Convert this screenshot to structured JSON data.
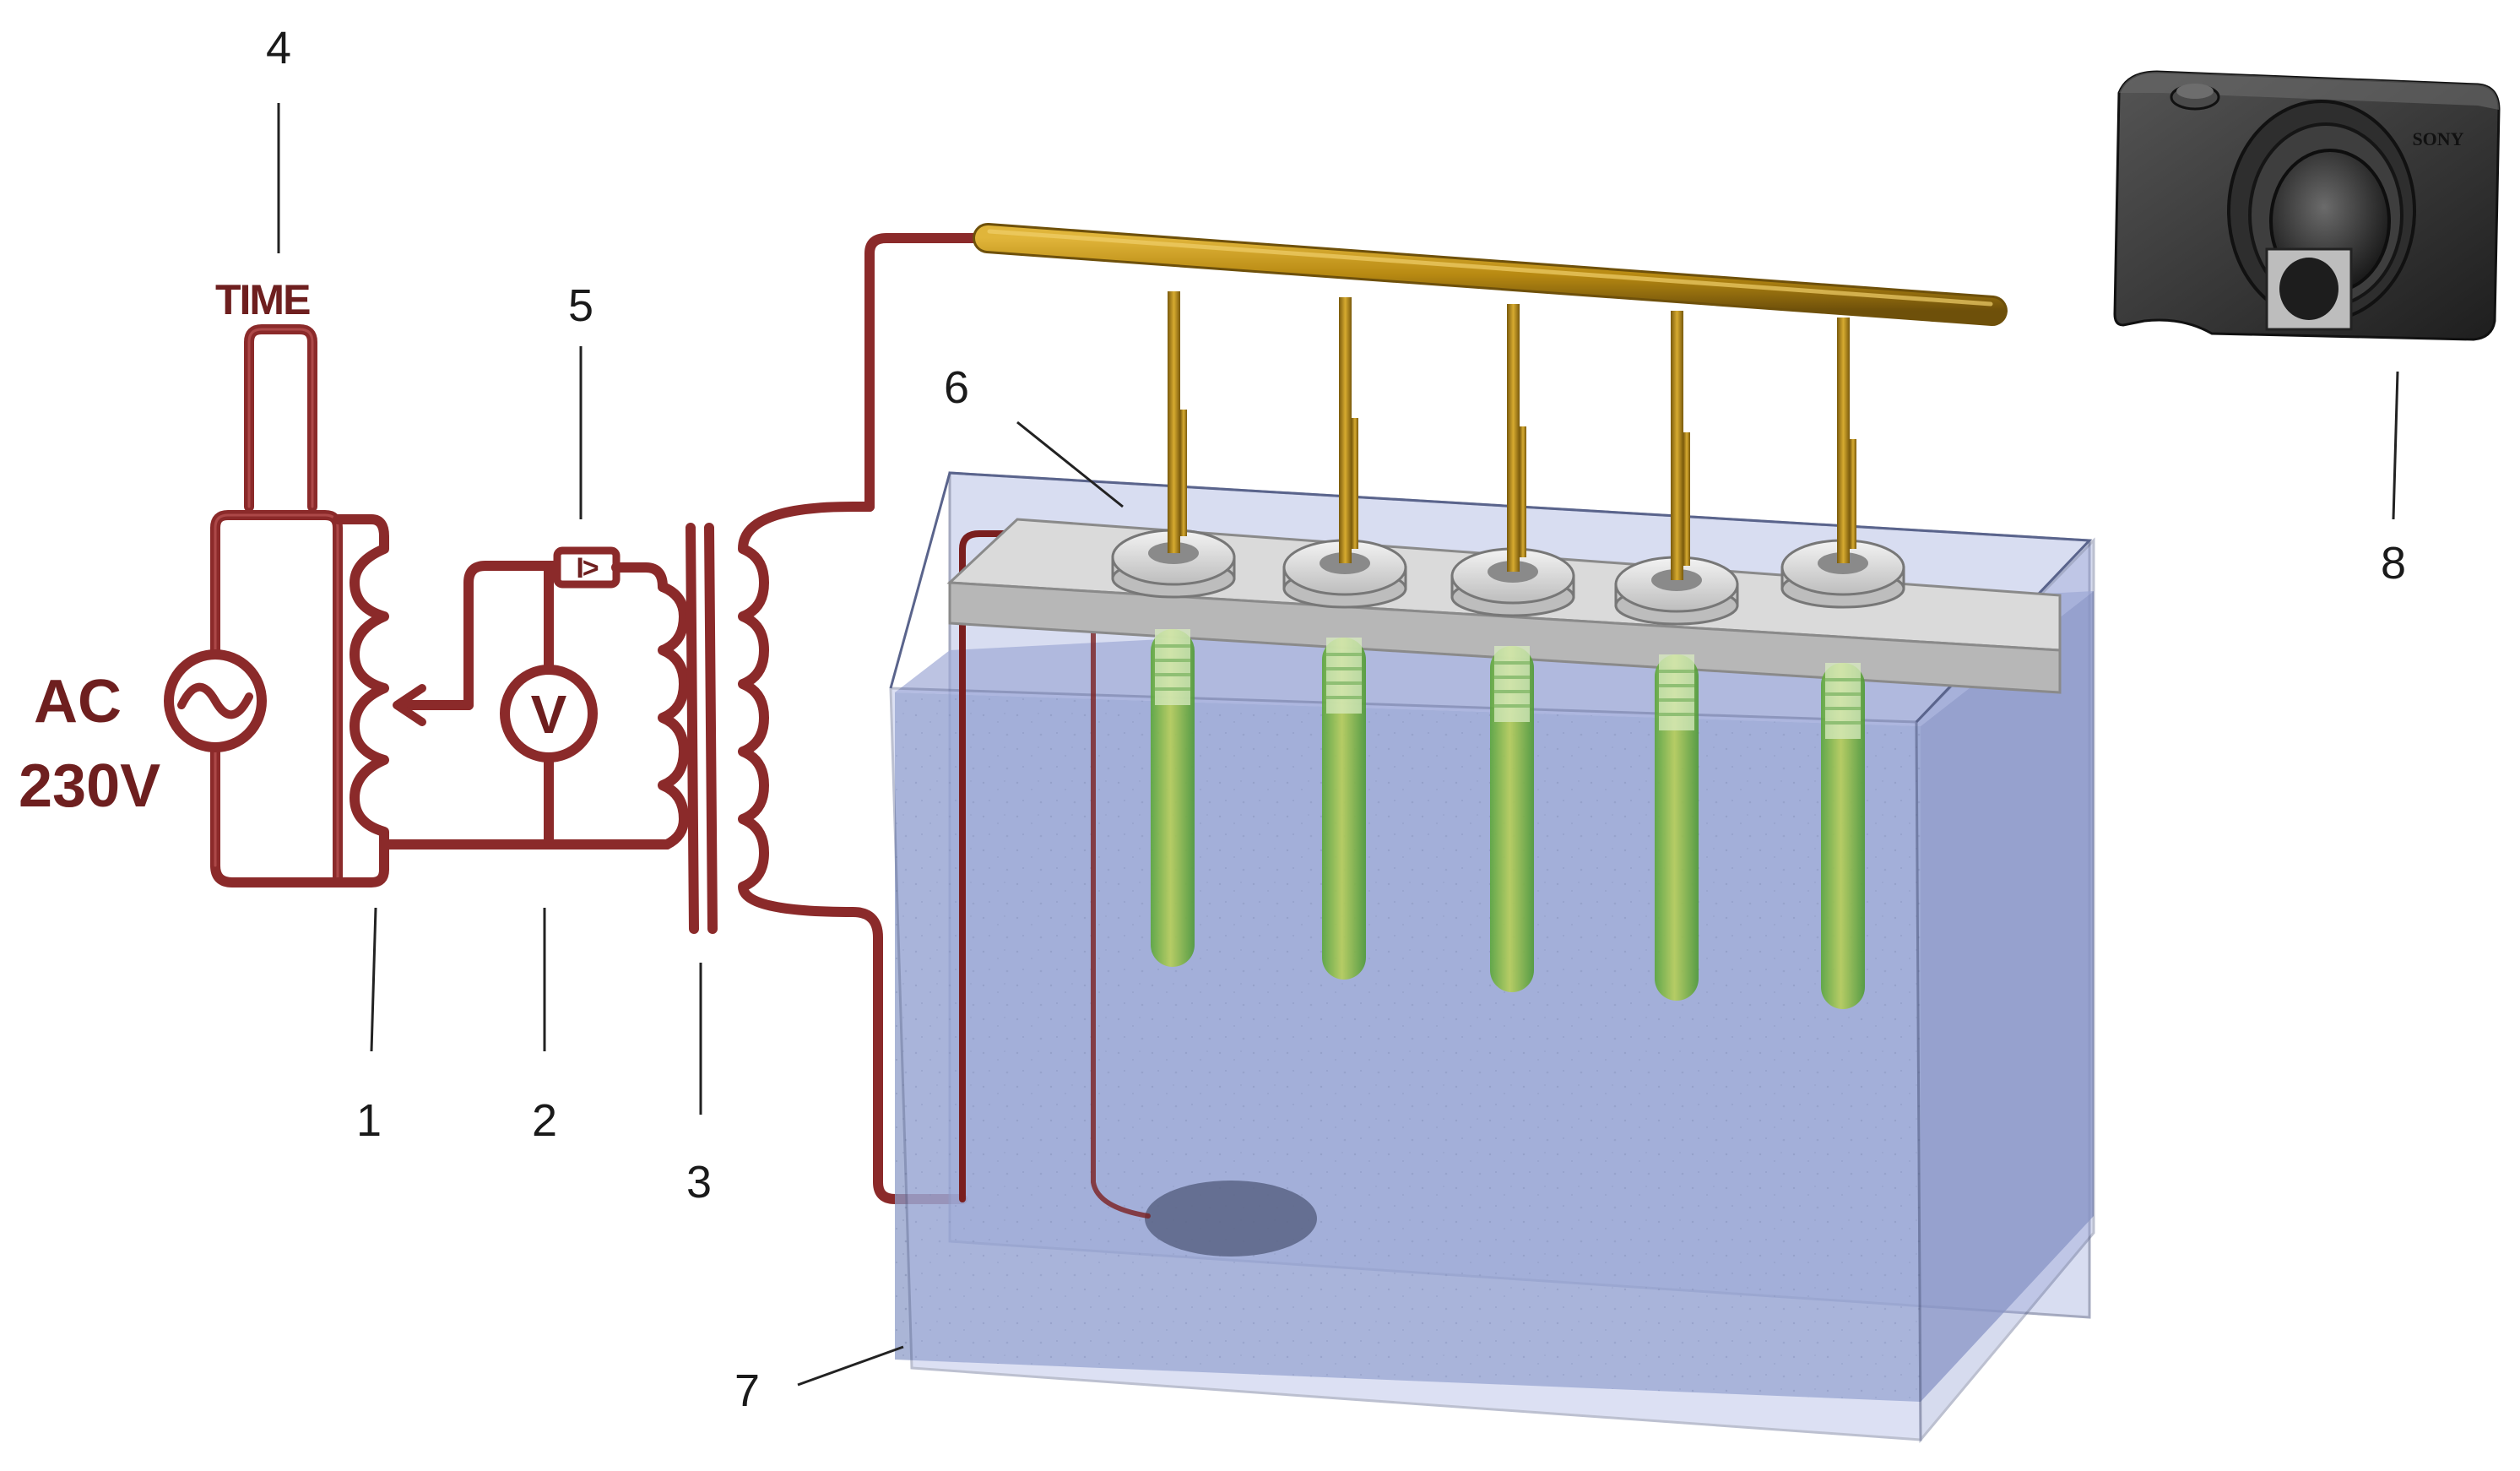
{
  "source": {
    "label_line1": "AC",
    "label_line2": "230V"
  },
  "timer": {
    "label": "TIME"
  },
  "voltmeter": {
    "symbol": "V"
  },
  "relay": {
    "symbol": "I>"
  },
  "camera": {
    "brand": "SONY"
  },
  "callouts": {
    "c1": "1",
    "c2": "2",
    "c3": "3",
    "c4": "4",
    "c5": "5",
    "c6": "6",
    "c7": "7",
    "c8": "8"
  },
  "colors": {
    "wire": "#8b2a2a",
    "tank_glass": "#8e9fd6",
    "rod": "#b88a12",
    "tube_green": "#7fc85a",
    "camera_body": "#3d3d3d"
  }
}
